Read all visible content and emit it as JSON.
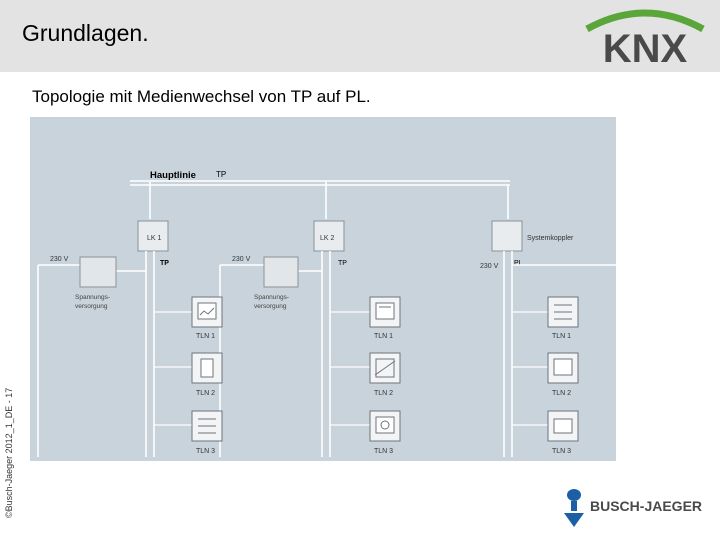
{
  "slide": {
    "title": "Grundlagen.",
    "subtitle": "Topologie mit Medienwechsel von TP auf PL.",
    "copyright": "©Busch-Jaeger 2012_1_DE - 17",
    "logo_text": "KNX",
    "footer_logo_text": "BUSCH-JAEGER"
  },
  "diagram": {
    "main_line_label": "Hauptlinie",
    "main_line_medium": "TP",
    "couplers": [
      "LK 1",
      "LK 2",
      "Systemkoppler"
    ],
    "media": [
      "TP",
      "TP",
      "PL"
    ],
    "voltage": "230 V",
    "power_supply_label_1": "Spannungs-",
    "power_supply_label_2": "versorgung",
    "participants": [
      "TLN 1",
      "TLN 2",
      "TLN 3"
    ],
    "icons": [
      "switch-actuator-icon",
      "dimmer-icon",
      "binary-input-icon",
      "thermostat-icon",
      "control-panel-icon"
    ],
    "colors": {
      "header_bg": "#e3e3e3",
      "diagram_bg": "#c9d3db",
      "line_color": "#ffffff",
      "knx_green": "#5aa63a",
      "knx_gray": "#4a4a4a",
      "bj_blue": "#1d5fa5"
    }
  }
}
